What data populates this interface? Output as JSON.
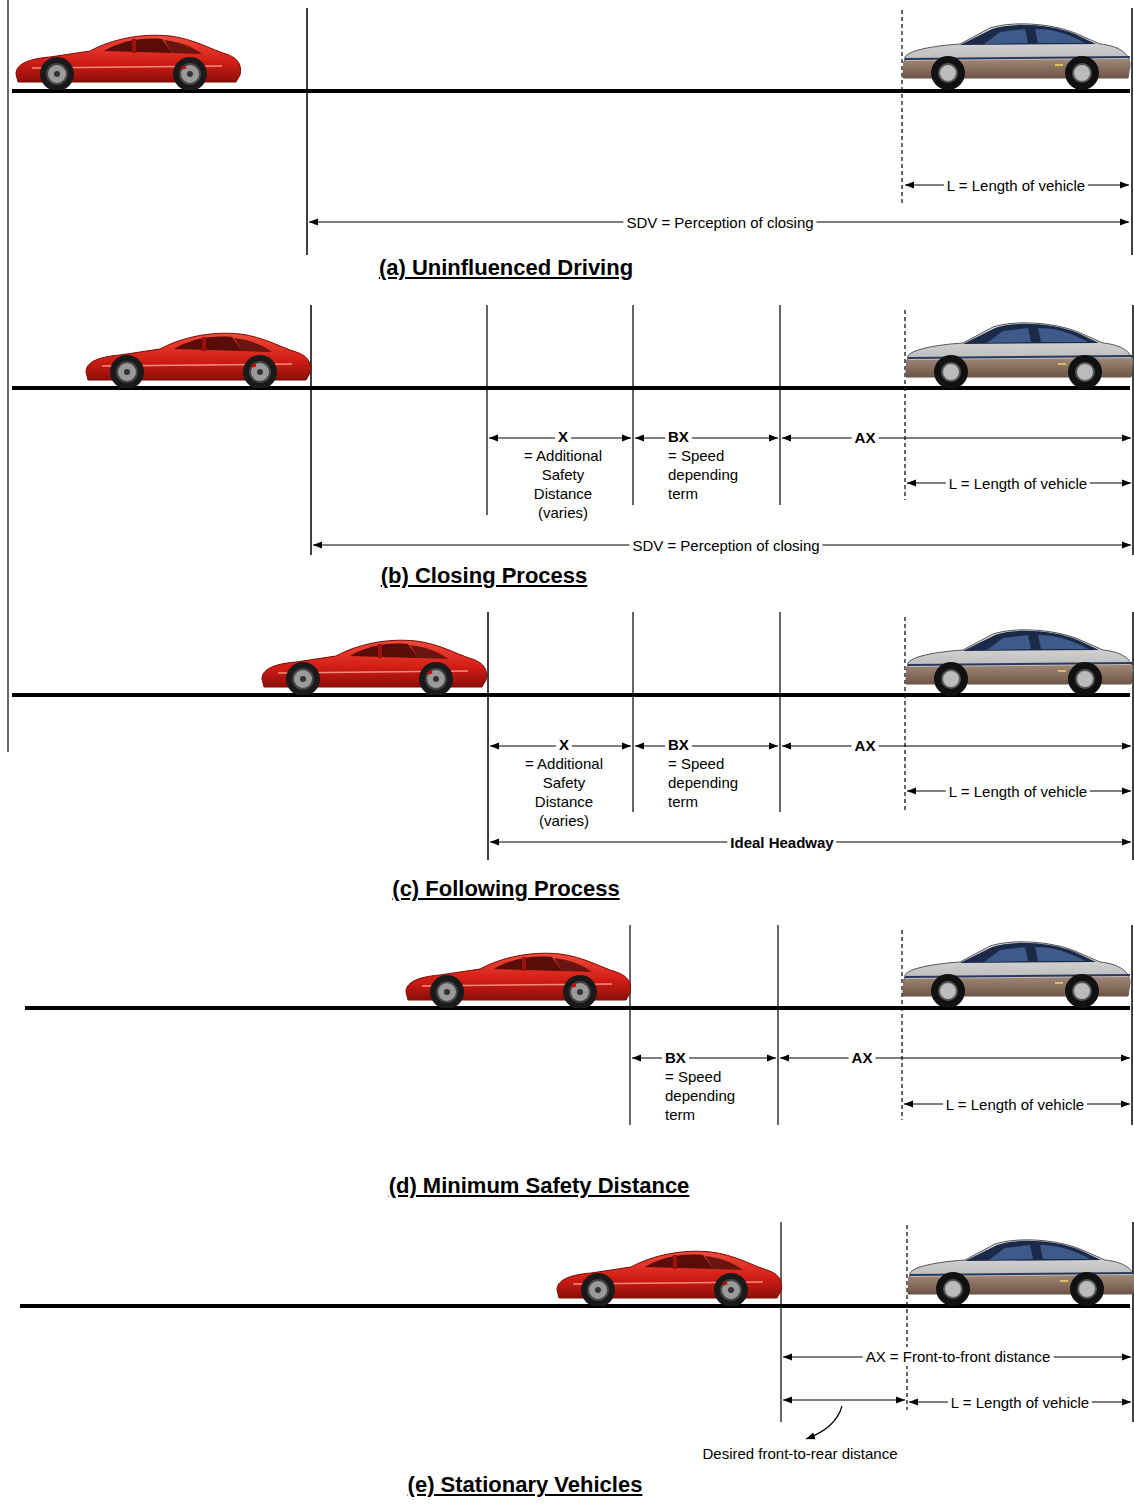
{
  "diagram": {
    "labels": [
      "L = Length of vehicle",
      "SDV = Perception of closing",
      "(a) Uninfluenced Driving",
      "X",
      "= Additional Safety Distance (varies)",
      "BX",
      "= Speed depending term",
      "AX",
      "L = Length of vehicle",
      "SDV = Perception of closing",
      "(b) Closing Process",
      "X",
      "= Additional Safety Distance (varies)",
      "BX",
      "= Speed depending term",
      "AX",
      "L = Length of vehicle",
      "Ideal Headway",
      "(c) Following Process",
      "BX",
      "= Speed depending term",
      "AX",
      "L = Length of vehicle",
      "(d) Minimum Safety Distance",
      "AX = Front-to-front distance",
      "L = Length of vehicle",
      "Desired front-to-rear distance",
      "(e) Stationary Vehicles"
    ]
  }
}
